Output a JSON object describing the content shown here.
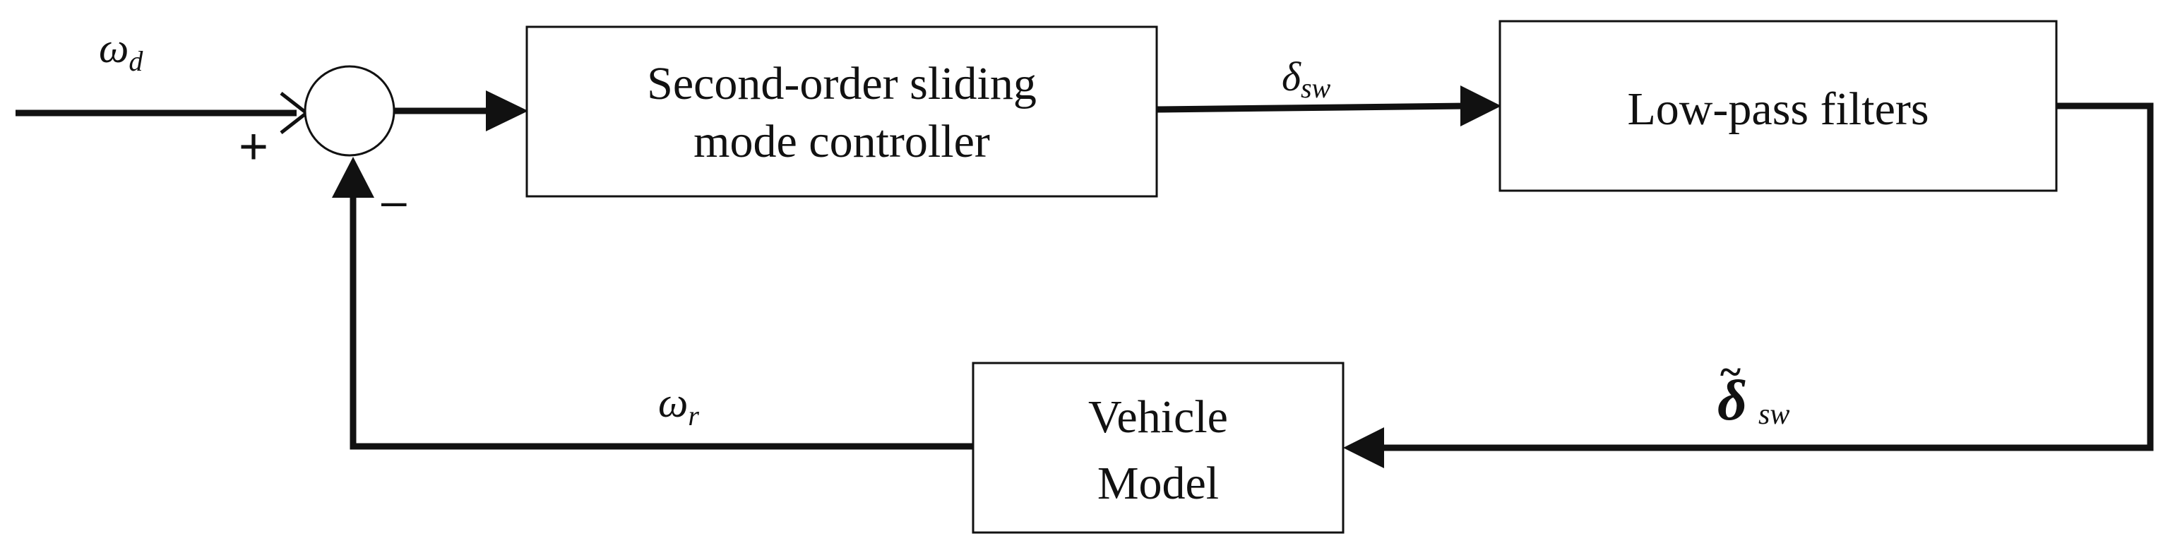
{
  "blocks": {
    "controller": {
      "line1": "Second-order sliding",
      "line2": "mode controller"
    },
    "filter": {
      "label": "Low-pass filters"
    },
    "vehicle": {
      "line1": "Vehicle",
      "line2": "Model"
    }
  },
  "signals": {
    "reference": {
      "main": "ω",
      "sub": "d"
    },
    "control": {
      "main": "δ",
      "sub": "sw"
    },
    "filtered": {
      "accent": "~",
      "main": "δ",
      "sub": "sw"
    },
    "feedback": {
      "main": "ω",
      "sub": "r"
    }
  },
  "summing_junction": {
    "plus": "+",
    "minus": "–"
  }
}
